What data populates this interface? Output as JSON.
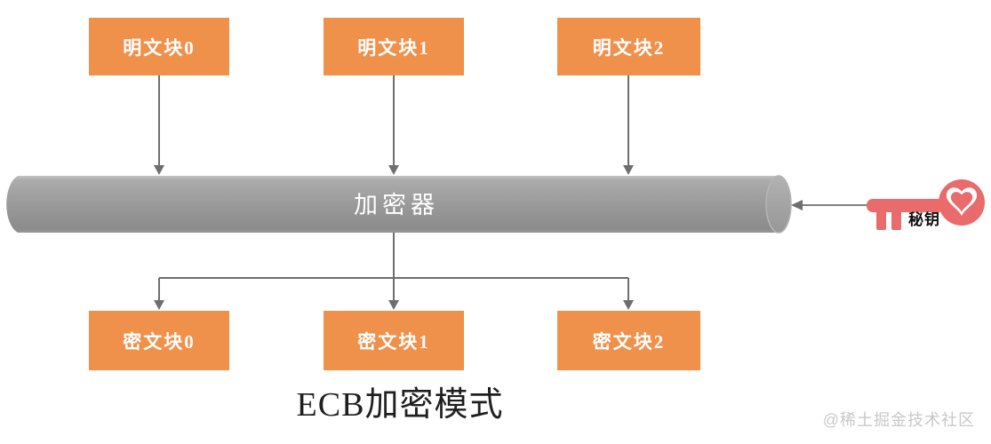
{
  "diagram": {
    "title": "ECB加密模式",
    "watermark": "@稀土掘金技术社区",
    "plaintext_blocks": [
      "明文块0",
      "明文块1",
      "明文块2"
    ],
    "ciphertext_blocks": [
      "密文块0",
      "密文块1",
      "密文块2"
    ],
    "encryptor_label": "加密器",
    "key_label": "秘钥",
    "colors": {
      "block_fill": "#F0914B",
      "block_text": "#FFFFFF",
      "cylinder_body": "#9C9C9C",
      "cylinder_cap": "#A6A6A6",
      "arrow": "#6E6E6E",
      "key": "#E96B6B",
      "title_text": "#1F1F1F",
      "watermark_text": "#C8C8C8"
    }
  }
}
